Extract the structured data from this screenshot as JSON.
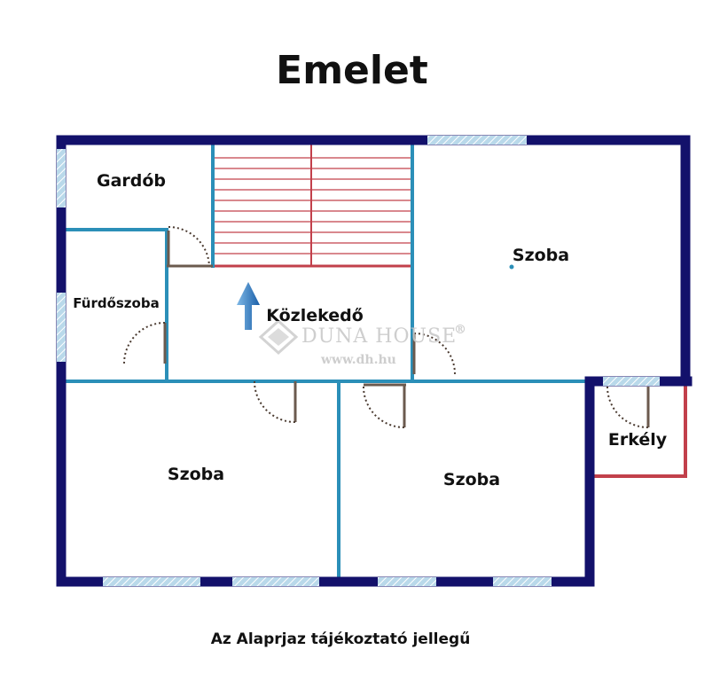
{
  "title": "Emelet",
  "rooms": {
    "gardrob": "Gardób",
    "furdoszoba": "Fürdőszoba",
    "kozlekedo": "Közlekedő",
    "szoba_top_right": "Szoba",
    "szoba_bottom_left": "Szoba",
    "szoba_bottom_middle": "Szoba",
    "erkely": "Erkély"
  },
  "watermark": {
    "brand": "DUNA HOUSE",
    "registered": "®",
    "url": "www.dh.hu"
  },
  "footer": "Az Alaprjaz tájékoztató jellegű",
  "colors": {
    "outer_wall": "#13116b",
    "inner_wall": "#2b8fb8",
    "stair_lines": "#c2404b",
    "balcony_wall": "#c2404b",
    "window": "#9cc7e0",
    "door_leaf": "#6b5a4e",
    "door_swing": "#4a3a30",
    "arrow": "#1f6fb2"
  }
}
